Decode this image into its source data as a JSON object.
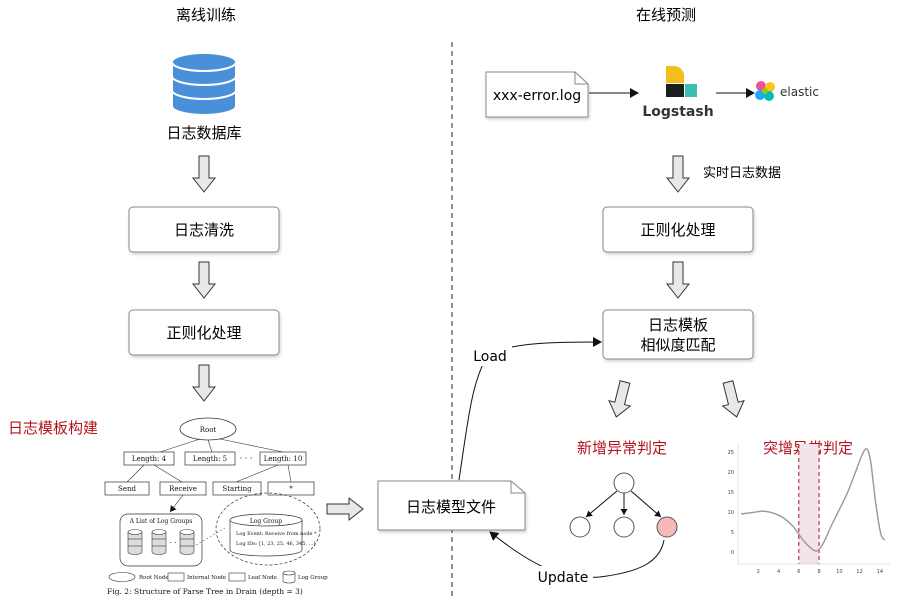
{
  "headers": {
    "offline": "离线训练",
    "online": "在线预测"
  },
  "offline": {
    "database": "日志数据库",
    "clean": "日志清洗",
    "regex": "正则化处理",
    "template_build": "日志模板构建"
  },
  "drain_figure": {
    "root": "Root",
    "lengths": [
      "Length: 4",
      "Length: 5",
      "Length: 10"
    ],
    "ellipsis": "· · ·",
    "leaves": [
      "Send",
      "Receive",
      "Starting",
      "*"
    ],
    "list_label": "A List of Log Groups",
    "log_group_title": "Log Group",
    "log_event": "Log Event:  Receive from node *",
    "log_ids": "Log IDs:  [1, 23, 25, 46, 345, ...]",
    "legend": [
      "Root Node",
      "Internal Node",
      "Leaf Node",
      "Log Group"
    ],
    "caption": "Fig. 2: Structure of Parse Tree in Drain (depth = 3)"
  },
  "model_file": "日志模型文件",
  "online": {
    "log_file": "xxx-error.log",
    "logstash": "Logstash",
    "elastic": "elastic",
    "realtime": "实时日志数据",
    "regex": "正则化处理",
    "match_line1": "日志模板",
    "match_line2": "相似度匹配",
    "new_anomaly": "新增异常判定",
    "surge_anomaly": "突增异常判定"
  },
  "edge_labels": {
    "load": "Load",
    "update": "Update"
  },
  "colors": {
    "red_label": "#b5121b",
    "db_blue": "#4a90d9",
    "highlight_node": "#f6b8b8"
  },
  "chart_data": {
    "type": "line",
    "title": "",
    "xlabel": "",
    "ylabel": "",
    "x_ticks": [
      2,
      4,
      6,
      8,
      10,
      12,
      14
    ],
    "y_ticks": [
      0,
      5,
      10,
      15,
      20,
      25
    ],
    "xlim": [
      0,
      15
    ],
    "ylim": [
      -2,
      27
    ],
    "x": [
      0.3,
      1.5,
      2.5,
      3.5,
      4.5,
      5.5,
      6.3,
      7.0,
      7.6,
      8.0,
      8.5,
      9.2,
      10.0,
      10.8,
      11.6,
      12.2,
      12.7,
      13.1,
      13.6,
      14.1,
      14.5
    ],
    "y": [
      9.5,
      9.9,
      10.2,
      9.7,
      8.5,
      6.2,
      3.4,
      1.4,
      0.3,
      0.6,
      2.6,
      6.5,
      10.6,
      14.8,
      20.0,
      24.0,
      25.8,
      22.5,
      12.0,
      4.5,
      3.0
    ],
    "highlight_range": [
      6,
      8
    ]
  }
}
